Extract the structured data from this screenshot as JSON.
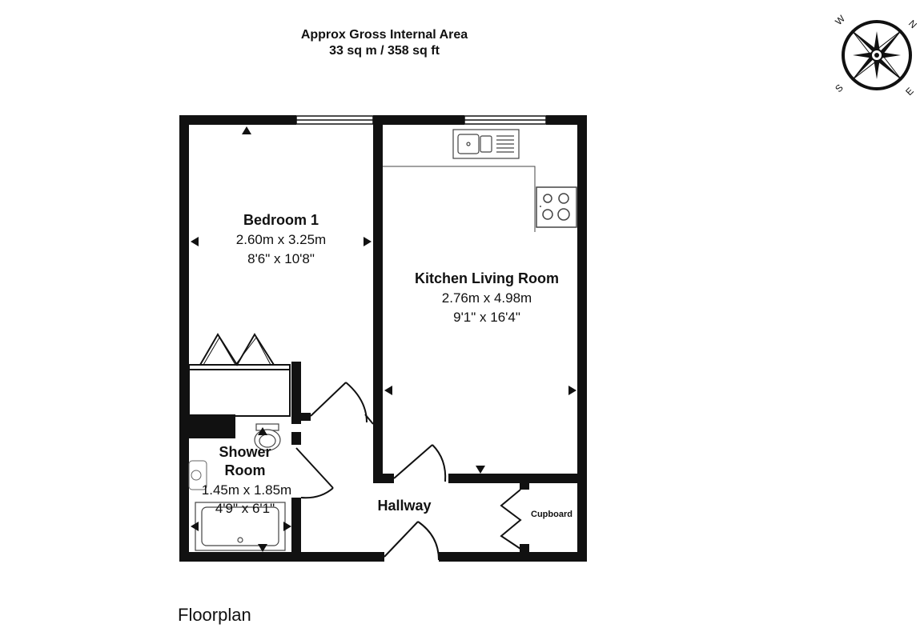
{
  "header": {
    "area_title": "Approx Gross Internal Area",
    "area_value": "33 sq m / 358 sq ft"
  },
  "compass": {
    "labels": {
      "north": "N",
      "south": "S",
      "east": "E",
      "west": "W"
    },
    "icon": "compass-rose-icon"
  },
  "rooms": {
    "bedroom": {
      "name": "Bedroom 1",
      "metric": "2.60m x 3.25m",
      "imperial": "8'6\" x 10'8\""
    },
    "kitchen": {
      "name": "Kitchen Living Room",
      "metric": "2.76m x 4.98m",
      "imperial": "9'1\" x 16'4\""
    },
    "shower": {
      "name_line1": "Shower",
      "name_line2": "Room",
      "metric": "1.45m x 1.85m",
      "imperial": "4'9\" x 6'1\""
    },
    "hallway": {
      "name": "Hallway"
    },
    "cupboard": {
      "name": "Cupboard"
    }
  },
  "footer": {
    "label": "Floorplan"
  },
  "colors": {
    "wall": "#111111",
    "background": "#ffffff",
    "fixture": "#444444"
  }
}
